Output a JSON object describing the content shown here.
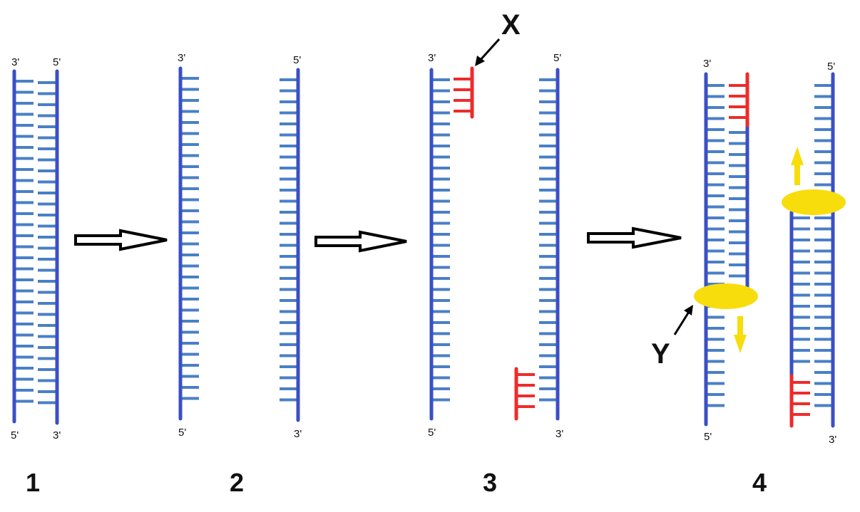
{
  "colors": {
    "backbone": "#3b4fc4",
    "rung": "#4a7fc6",
    "primer": "#ee2b2b",
    "enzyme": "#f7dd0b",
    "arrow": "#000000"
  },
  "stages": [
    {
      "label": "1"
    },
    {
      "label": "2"
    },
    {
      "label": "3"
    },
    {
      "label": "4"
    }
  ],
  "ends": {
    "three_prime": "3'",
    "five_prime": "5'"
  },
  "callouts": {
    "x": {
      "label": "X"
    },
    "y": {
      "label": "Y"
    }
  },
  "icons": [
    "dna-backbone",
    "base-rung",
    "rna-primer",
    "dna-polymerase",
    "process-arrow",
    "direction-arrow"
  ]
}
